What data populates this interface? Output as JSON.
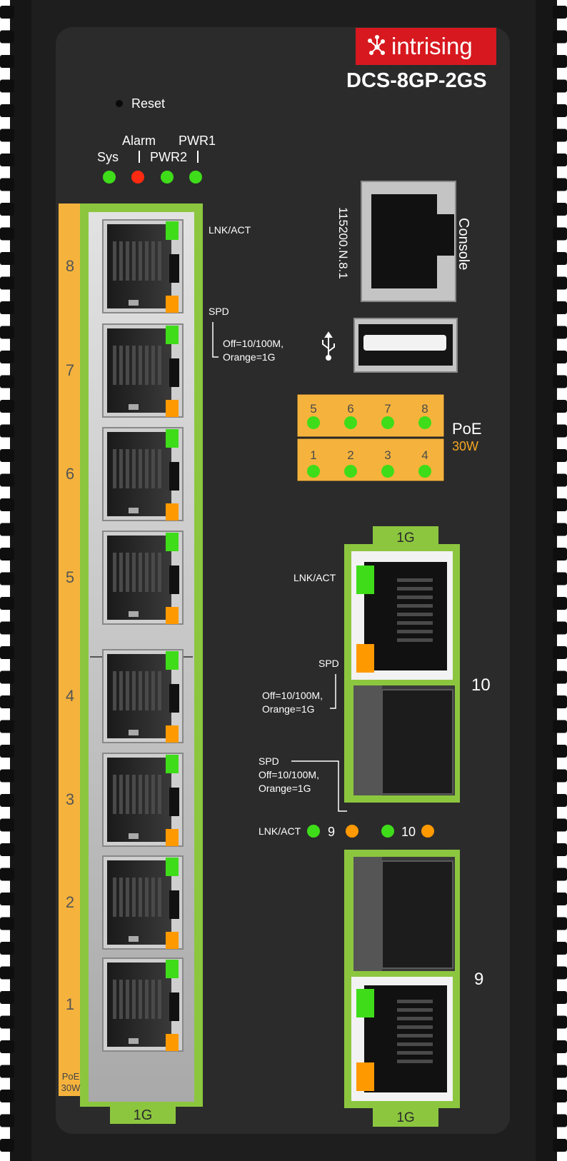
{
  "brand": {
    "logo_text": "intrising",
    "model": "DCS-8GP-2GS"
  },
  "top": {
    "reset_label": "Reset"
  },
  "status_leds": [
    {
      "label": "Sys",
      "color": "#3fdc1a"
    },
    {
      "label": "Alarm",
      "color": "#ff2a12"
    },
    {
      "label": "PWR2",
      "color": "#3fdc1a"
    },
    {
      "label": "PWR1",
      "color": "#3fdc1a"
    }
  ],
  "rj45_block": {
    "port_numbers": [
      "8",
      "7",
      "6",
      "5",
      "4",
      "3",
      "2",
      "1"
    ],
    "bottom_tab": "1G",
    "strip_label_line1": "PoE",
    "strip_label_line2": "30W",
    "lnk_act": "LNK/ACT",
    "spd": "SPD",
    "spd_note_1": "Off=10/100M,",
    "spd_note_2": "Orange=1G"
  },
  "console": {
    "label": "Console",
    "baud": "115200.N.8.1"
  },
  "usb": {
    "icon": "usb-icon"
  },
  "poe_panel": {
    "top_row": [
      "5",
      "6",
      "7",
      "8"
    ],
    "bottom_row": [
      "1",
      "2",
      "3",
      "4"
    ],
    "label": "PoE",
    "budget": "30W"
  },
  "combo_10": {
    "tab": "1G",
    "number": "10",
    "lnk_act": "LNK/ACT",
    "spd": "SPD",
    "spd_note_1": "Off=10/100M,",
    "spd_note_2": "Orange=1G"
  },
  "sfp_leds": {
    "spd": "SPD",
    "spd_note_1": "Off=10/100M,",
    "spd_note_2": "Orange=1G",
    "lnk_act": "LNK/ACT",
    "port9": "9",
    "port10": "10"
  },
  "combo_9": {
    "tab": "1G",
    "number": "9"
  },
  "colors": {
    "body": "#1c1c1c",
    "panel": "#2b2b2b",
    "green_frame": "#8cc63f",
    "poe_strip": "#f5b33d",
    "led_green": "#3fdc1a",
    "led_orange": "#ff9900",
    "led_red": "#ff2a12",
    "brand_red": "#d7191f"
  }
}
